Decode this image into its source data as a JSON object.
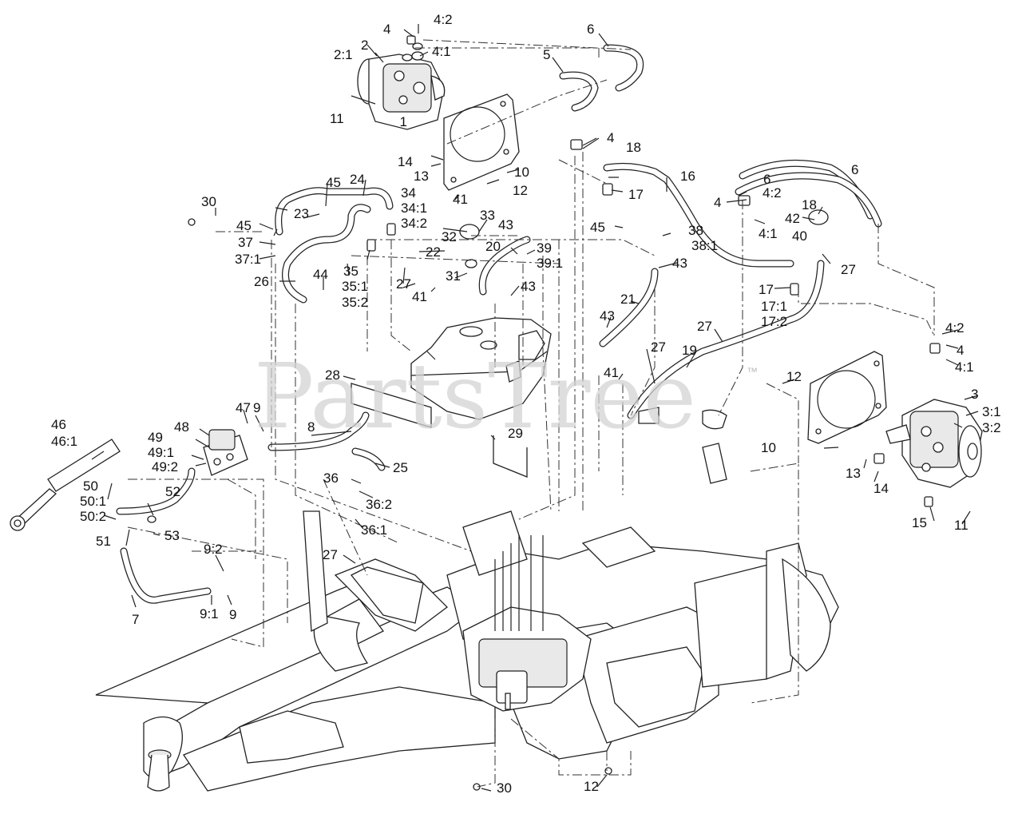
{
  "watermark": {
    "text": "PartsTree",
    "trademark": "™"
  },
  "callouts": {
    "c1": "1",
    "c2": "2",
    "c2_1": "2:1",
    "c3": "3",
    "c3_1": "3:1",
    "c3_2": "3:2",
    "c4a": "4",
    "c4_2a": "4:2",
    "c4_1a": "4:1",
    "c4b": "4",
    "c4c": "4",
    "c4_2c": "4:2",
    "c4_1c": "4:1",
    "c4_2d": "4:2",
    "c4d": "4",
    "c4_1d": "4:1",
    "c5": "5",
    "c6a": "6",
    "c6b": "6",
    "c6c": "6",
    "c7": "7",
    "c8": "8",
    "c9a": "9",
    "c9_2": "9:2",
    "c9_1": "9:1",
    "c9b": "9",
    "c10a": "10",
    "c10b": "10",
    "c11a": "11",
    "c11b": "11",
    "c12a": "12",
    "c12b": "12",
    "c12c": "12",
    "c13a": "13",
    "c13b": "13",
    "c14a": "14",
    "c14b": "14",
    "c15": "15",
    "c16": "16",
    "c17a": "17",
    "c17b": "17",
    "c17_1": "17:1",
    "c17_2": "17:2",
    "c18a": "18",
    "c18b": "18",
    "c19": "19",
    "c20": "20",
    "c21": "21",
    "c22": "22",
    "c23": "23",
    "c24": "24",
    "c25": "25",
    "c26": "26",
    "c27a": "27",
    "c27b": "27",
    "c27c": "27",
    "c27d": "27",
    "c27e": "27",
    "c28": "28",
    "c29": "29",
    "c30a": "30",
    "c30b": "30",
    "c31": "31",
    "c32": "32",
    "c33": "33",
    "c34": "34",
    "c34_1": "34:1",
    "c34_2": "34:2",
    "c35": "35",
    "c35_1": "35:1",
    "c35_2": "35:2",
    "c36": "36",
    "c36_2": "36:2",
    "c36_1": "36:1",
    "c37": "37",
    "c37_1": "37:1",
    "c38": "38",
    "c38_1": "38:1",
    "c39": "39",
    "c39_1": "39:1",
    "c40": "40",
    "c41a": "41",
    "c41b": "41",
    "c41c": "41",
    "c42": "42",
    "c43a": "43",
    "c43b": "43",
    "c43c": "43",
    "c43d": "43",
    "c44": "44",
    "c45a": "45",
    "c45b": "45",
    "c45c": "45",
    "c46": "46",
    "c46_1": "46:1",
    "c47": "47",
    "c48": "48",
    "c49": "49",
    "c49_1": "49:1",
    "c49_2": "49:2",
    "c50": "50",
    "c50_1": "50:1",
    "c50_2": "50:2",
    "c51": "51",
    "c52": "52",
    "c53": "53"
  }
}
